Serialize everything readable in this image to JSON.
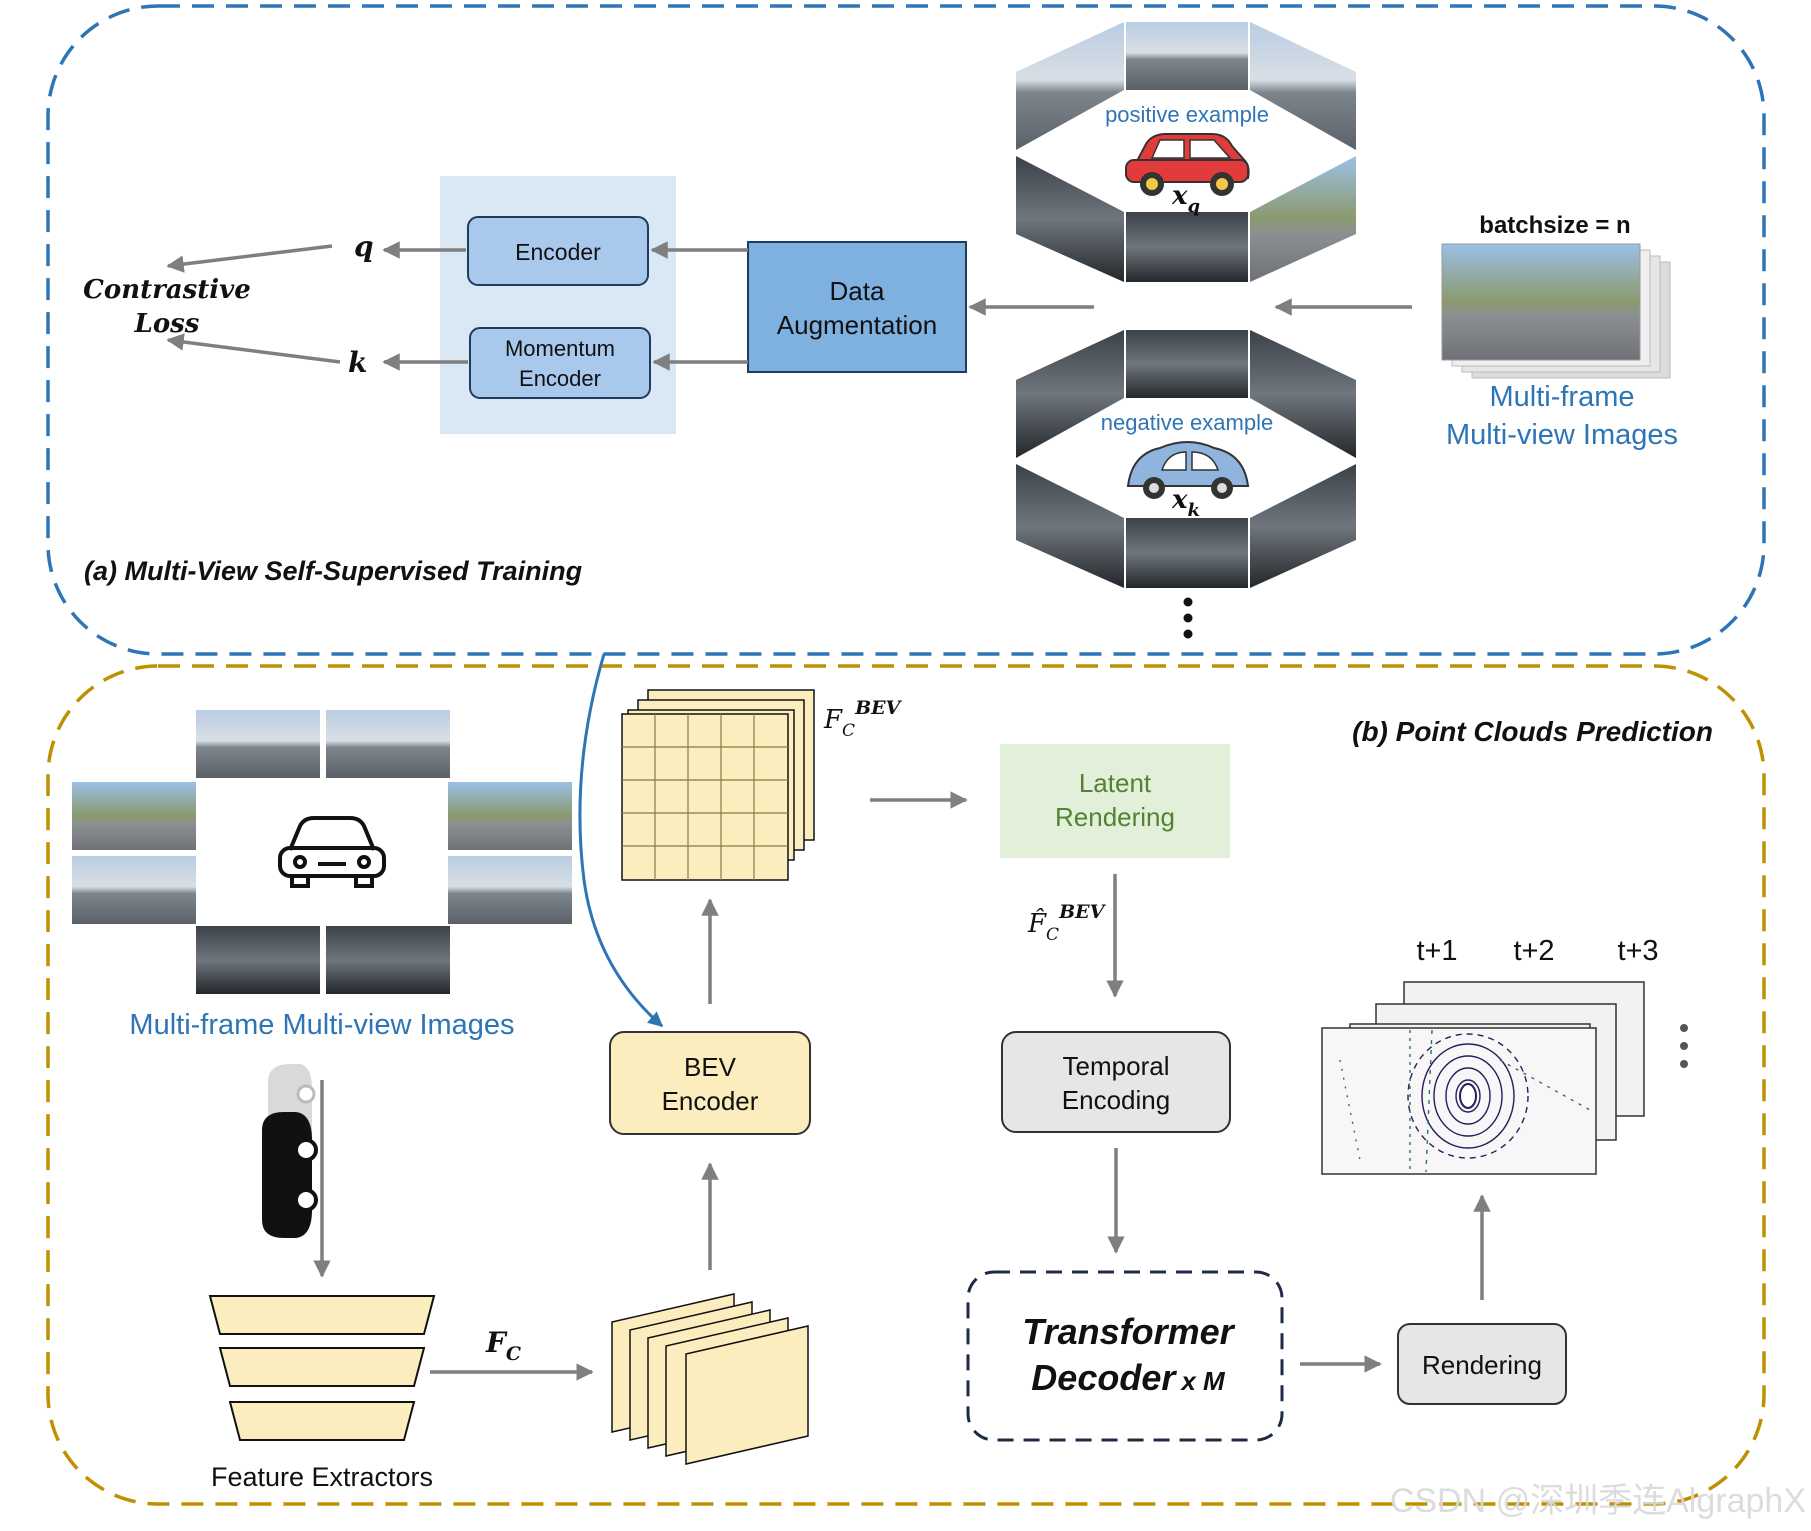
{
  "section_a": {
    "title": "(a) Multi-View Self-Supervised Training",
    "encoder": "Encoder",
    "momentum_encoder": [
      "Momentum",
      "Encoder"
    ],
    "data_augmentation": [
      "Data",
      "Augmentation"
    ],
    "q_label": "q",
    "k_label": "k",
    "contrastive_loss": [
      "Contrastive",
      "Loss"
    ],
    "positive_example": "positive example",
    "negative_example": "negative example",
    "xq_base": "x",
    "xq_sub": "q",
    "xk_base": "x",
    "xk_sub": "k",
    "batchsize": "batchsize = n",
    "multi_frame_images": [
      "Multi-frame",
      "Multi-view Images"
    ]
  },
  "section_b": {
    "title": "(b) Point Clouds Prediction",
    "multi_frame_images": "Multi-frame Multi-view Images",
    "feature_extractors": "Feature Extractors",
    "fc_base": "F",
    "fc_sub": "C",
    "fbev_base": "F",
    "fbev_sub": "C",
    "fbev_sup": "BEV",
    "fhat_base": "F̂",
    "fhat_sub": "C",
    "fhat_sup": "BEV",
    "bev_encoder": [
      "BEV",
      "Encoder"
    ],
    "latent_rendering": [
      "Latent",
      "Rendering"
    ],
    "temporal_encoding": [
      "Temporal",
      "Encoding"
    ],
    "transformer_decoder": [
      "Transformer",
      "Decoder"
    ],
    "times_m": "x M",
    "rendering": "Rendering",
    "time_steps": [
      "t+1",
      "t+2",
      "t+3"
    ]
  },
  "watermark": "CSDN @深圳季连AlgraphX",
  "colors": {
    "blue_dash": "#2e75b6",
    "gold_dash": "#bf9000",
    "encoder_fill": "#a9c9ec",
    "panel_fill": "#dae8f5",
    "aug_fill": "#7fb1e0",
    "bev_fill": "#fbedbd",
    "latent_fill": "#e2f0d9",
    "latent_text": "#548235",
    "grey_box": "#e7e6e6",
    "arrow": "#7f7f7f",
    "label_blue": "#2e75b6"
  }
}
